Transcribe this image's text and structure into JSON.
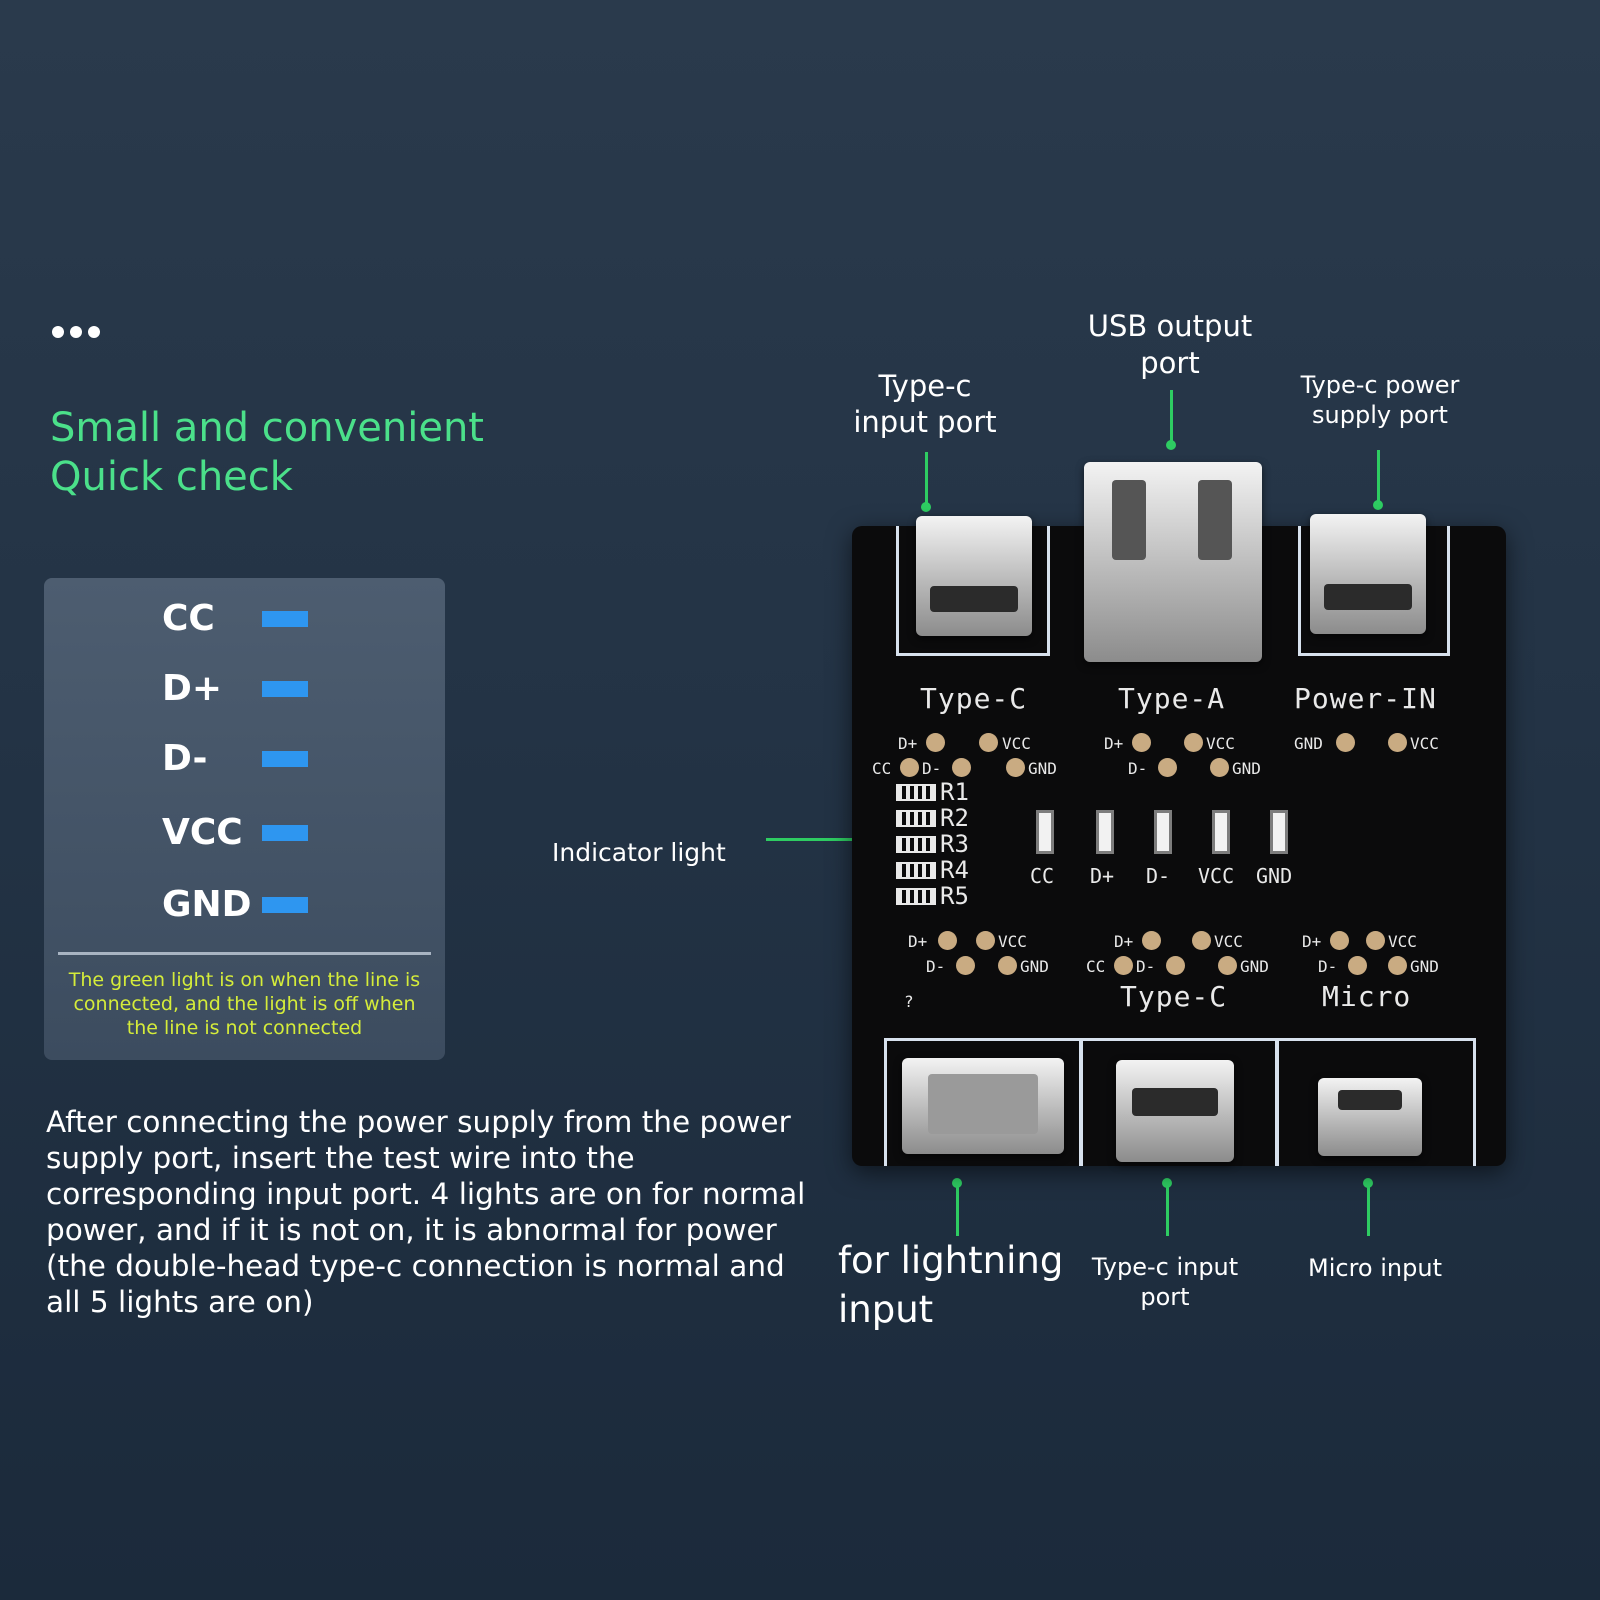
{
  "headline": [
    "Small and convenient",
    "Quick check"
  ],
  "legend_panel": {
    "pins": [
      "CC",
      "D+",
      "D-",
      "VCC",
      "GND"
    ],
    "note": "The green light is on when the line is connected, and the light is off when the line is not connected"
  },
  "description": "After connecting the power supply from the power supply port, insert the test wire into the corresponding input port. 4 lights are on for normal power, and if it is not on, it is abnormal for power (the double-head type-c connection is normal and all 5 lights are on)",
  "callouts": {
    "usb_output": [
      "USB output",
      "port"
    ],
    "typec_input_top": [
      "Type-c",
      "input port"
    ],
    "typec_power": [
      "Type-c power",
      "supply port"
    ],
    "indicator": "Indicator light",
    "lightning": [
      "for lightning",
      "input"
    ],
    "typec_input_bottom": [
      "Type-c input",
      "port"
    ],
    "micro": "Micro input"
  },
  "board": {
    "top_sections": {
      "typec": {
        "title": "Type-C",
        "pads": {
          "d_plus": "D+",
          "vcc": "VCC",
          "cc": "CC",
          "d_minus": "D-",
          "gnd": "GND"
        }
      },
      "typea": {
        "title": "Type-A",
        "pads": {
          "d_plus": "D+",
          "vcc": "VCC",
          "d_minus": "D-",
          "gnd": "GND"
        }
      },
      "power": {
        "title": "Power-IN",
        "pads": {
          "gnd": "GND",
          "vcc": "VCC"
        }
      }
    },
    "resistors": [
      "R1",
      "R2",
      "R3",
      "R4",
      "R5"
    ],
    "leds": [
      "CC",
      "D+",
      "D-",
      "VCC",
      "GND"
    ],
    "bottom_sections": {
      "lightning": {
        "pads": {
          "d_plus": "D+",
          "vcc": "VCC",
          "d_minus": "D-",
          "gnd": "GND"
        },
        "mark": "?"
      },
      "typec": {
        "title": "Type-C",
        "pads": {
          "d_plus": "D+",
          "vcc": "VCC",
          "cc": "CC",
          "d_minus": "D-",
          "gnd": "GND"
        }
      },
      "micro": {
        "title": "Micro",
        "pads": {
          "d_plus": "D+",
          "vcc": "VCC",
          "d_minus": "D-",
          "gnd": "GND"
        }
      }
    }
  },
  "colors": {
    "headline": "#4be08a",
    "pin_light": "#2e96f0",
    "note_text": "#d5ec3a",
    "callout_line": "#2ecc62",
    "pcb": "#0b0b0c",
    "pad": "#c9ab82"
  }
}
